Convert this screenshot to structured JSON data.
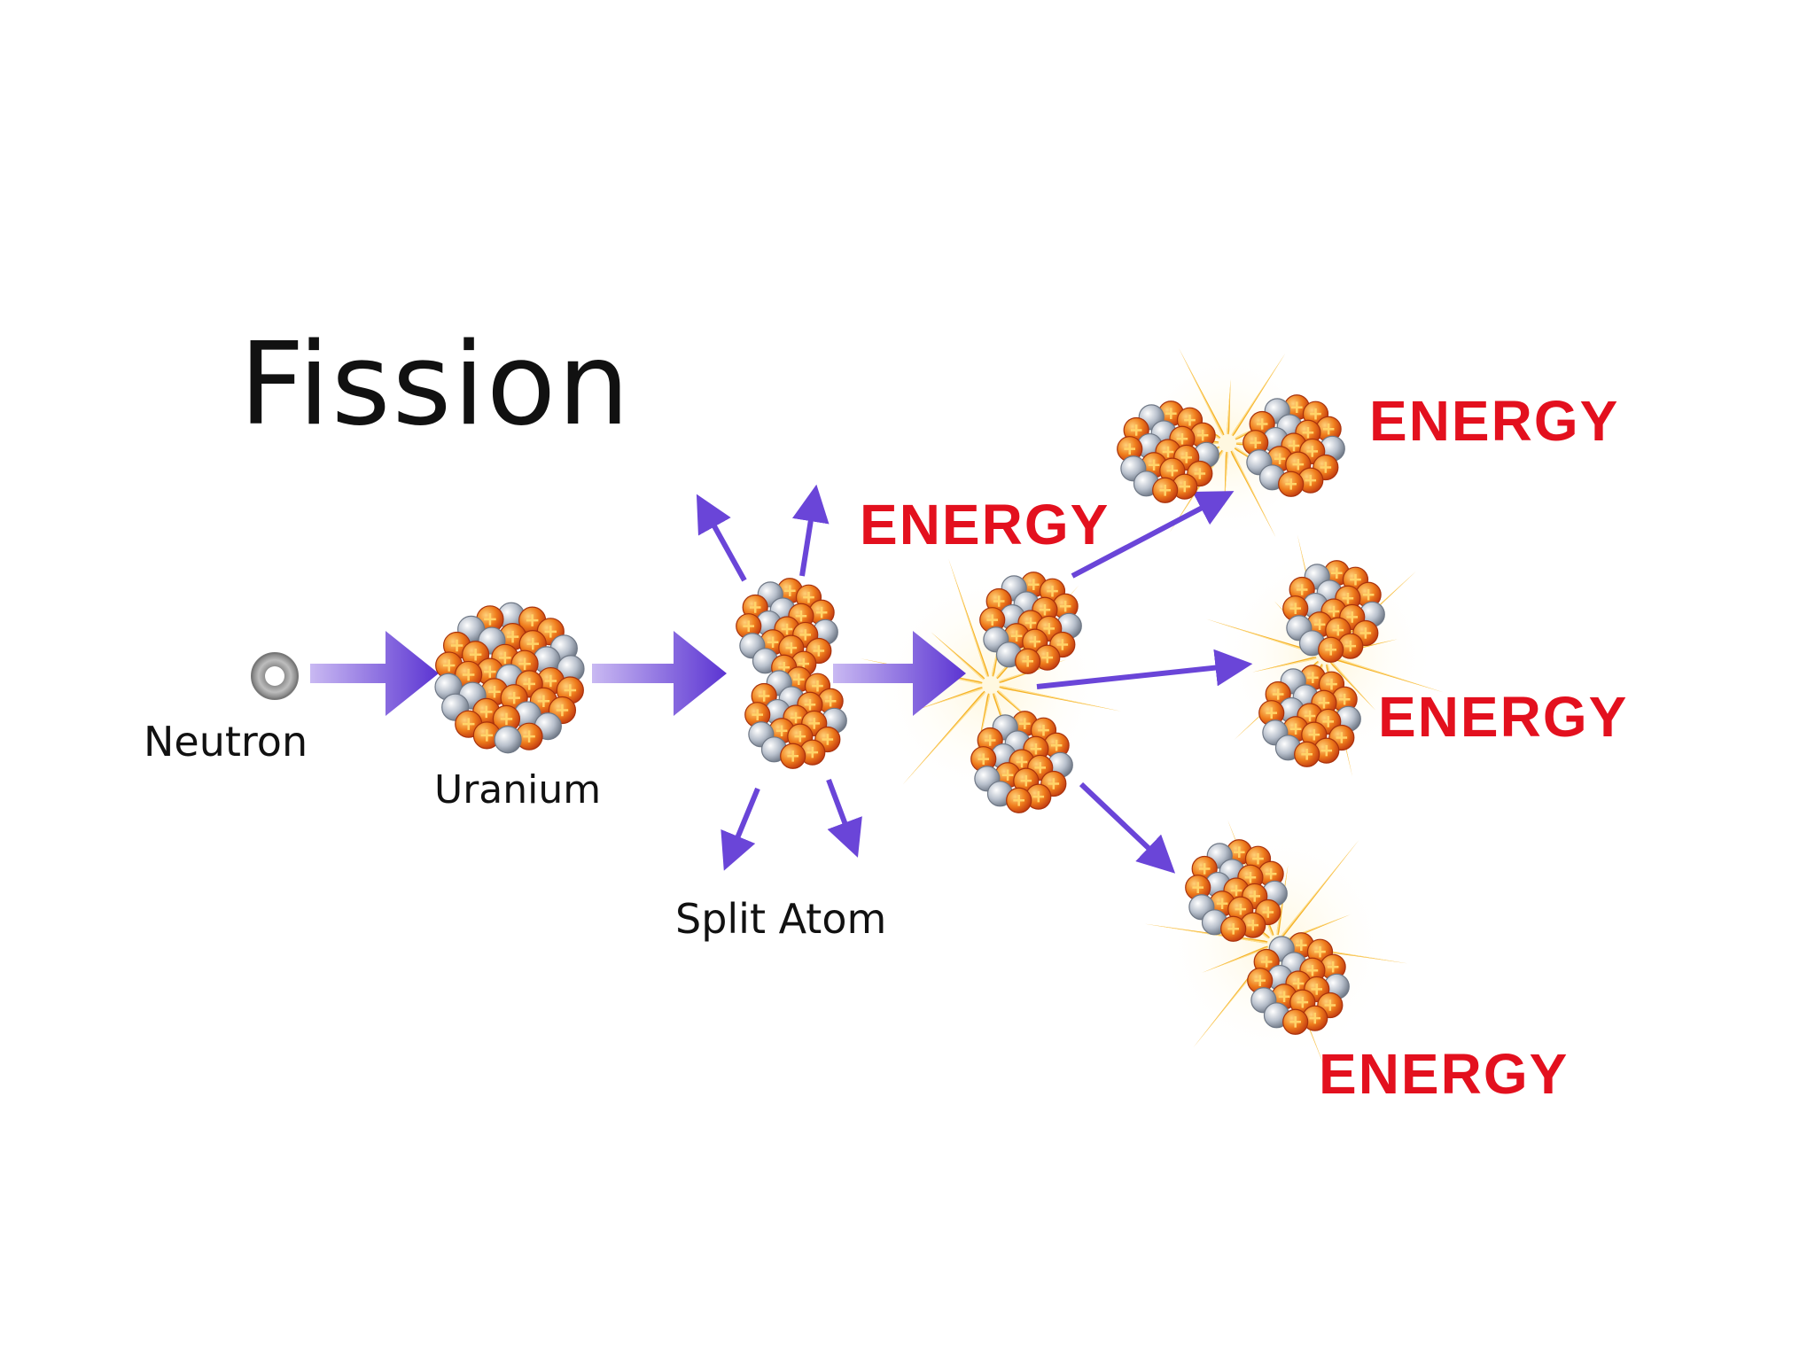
{
  "title": "Fission",
  "labels": {
    "neutron": "Neutron",
    "uranium": "Uranium",
    "split_atom": "Split Atom"
  },
  "energy_labels": [
    "ENERGY",
    "ENERGY",
    "ENERGY",
    "ENERGY"
  ],
  "colors": {
    "arrow": "#6a45d8",
    "energy_text": "#e3101e",
    "proton": "#e8671a",
    "neutron_particle": "#9aa3b0",
    "burst": "#f5b21c"
  }
}
